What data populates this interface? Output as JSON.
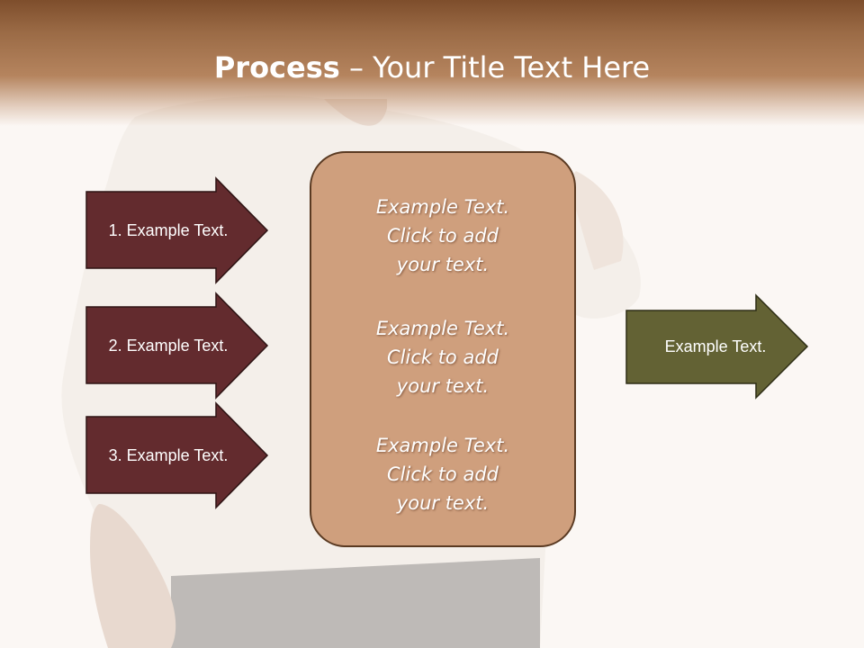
{
  "title": {
    "bold": "Process",
    "dash": " – ",
    "rest": "Your Title Text Here"
  },
  "left_arrows": [
    {
      "label": "1. Example Text."
    },
    {
      "label": "2. Example Text."
    },
    {
      "label": "3. Example Text."
    }
  ],
  "center_box": {
    "items": [
      "Example Text.\nClick  to add\nyour text.",
      "Example Text.\nClick  to add\nyour text.",
      "Example Text.\nClick  to add\nyour text."
    ]
  },
  "right_arrow": {
    "label": "Example Text."
  },
  "colors": {
    "header": "#9a6a45",
    "left_arrow_fill": "#632b2e",
    "center_box_fill": "#cf9f7d",
    "right_arrow_fill": "#636234"
  }
}
